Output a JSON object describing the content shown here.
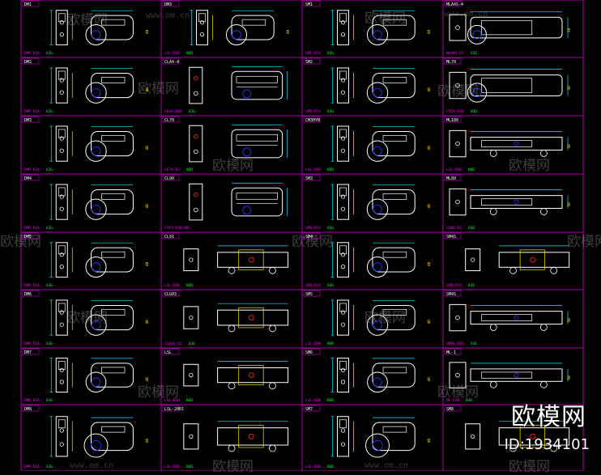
{
  "colors": {
    "frame": "#b000b0",
    "outline": "#ffffff",
    "dim": "#00e5ff",
    "label": "#ff00ff",
    "note": "#ffe600",
    "hole": "#2233ff",
    "accent": "#ff2222",
    "green": "#00ff44",
    "background": "#000000"
  },
  "watermark": {
    "brand": "欧模网",
    "id_text": "ID:1934101",
    "tile_text": "欧模网",
    "url_text": "www.om.cn"
  },
  "drawings": [
    {
      "top": "DM1",
      "bottom": "DMR-D1A",
      "note": "63G",
      "kind": "wheel"
    },
    {
      "top": "DM3",
      "bottom": "LSL-D3B",
      "note": "N3D",
      "kind": "wheel"
    },
    {
      "top": "SM1",
      "bottom": "SMI-D1A",
      "note": "63G",
      "kind": "wheel"
    },
    {
      "top": "MLA4S-4",
      "bottom": "MLA4S-D3",
      "note": "63E",
      "kind": "wide"
    },
    {
      "top": "DM2",
      "bottom": "DMR-D1A",
      "note": "63G",
      "kind": "wheel"
    },
    {
      "top": "CLA4-4",
      "bottom": "CLA4-D1A",
      "note": "63G",
      "kind": "box"
    },
    {
      "top": "SM2",
      "bottom": "SM3-D1A",
      "note": "63G",
      "kind": "wheel"
    },
    {
      "top": "ML70",
      "bottom": "FXZY-D3B",
      "note": "N3D",
      "kind": "wide"
    },
    {
      "top": "DM3",
      "bottom": "DMR-D1A",
      "note": "63G",
      "kind": "wheel"
    },
    {
      "top": "CL70",
      "bottom": "CL70-D3",
      "note": "N3D",
      "kind": "box"
    },
    {
      "top": "CM3HYB",
      "bottom": "LSL-D3B",
      "note": "N3D",
      "kind": "wheel"
    },
    {
      "top": "ML100",
      "bottom": "LSL-D3B",
      "note": "N3D",
      "kind": "long"
    },
    {
      "top": "DM4",
      "bottom": "DMR-D1A",
      "note": "63G",
      "kind": "wheel"
    },
    {
      "top": "CL90",
      "bottom": "FXZY-D3B/DB",
      "note": "",
      "kind": "box"
    },
    {
      "top": "SM3",
      "bottom": "SM3-D1A",
      "note": "63G",
      "kind": "wheel"
    },
    {
      "top": "ML80",
      "bottom": "CLD3-D2",
      "note": "63E",
      "kind": "long"
    },
    {
      "top": "DM5",
      "bottom": "DMR-D1A",
      "note": "63G",
      "kind": "wheel"
    },
    {
      "top": "CL91",
      "bottom": "LSL-D3B",
      "note": "N3D",
      "kind": "flat"
    },
    {
      "top": "SM4",
      "bottom": "SM3-D1A",
      "note": "63G",
      "kind": "wheel"
    },
    {
      "top": "SM4S",
      "bottom": "SM4-D1A",
      "note": "63E",
      "kind": "flat"
    },
    {
      "top": "DM6",
      "bottom": "DMR-D1A",
      "note": "63G",
      "kind": "wheel"
    },
    {
      "top": "CLG03",
      "bottom": "CLG03-D2",
      "note": "63E",
      "kind": "flat"
    },
    {
      "top": "SM5",
      "bottom": "LSL-D3B",
      "note": "N3D",
      "kind": "wheel"
    },
    {
      "top": "SM4S",
      "bottom": "SM4S-D1A",
      "note": "63E",
      "kind": "long"
    },
    {
      "top": "DM7",
      "bottom": "DMR-D1A",
      "note": "63G",
      "kind": "wheel"
    },
    {
      "top": "LSL",
      "bottom": "LSL-D3B",
      "note": "N3D",
      "kind": "flat"
    },
    {
      "top": "SM6",
      "bottom": "LSL-D3B",
      "note": "N3D",
      "kind": "wheel"
    },
    {
      "top": "ML-1",
      "bottom": "ML-D3B",
      "note": "N3D",
      "kind": "long"
    },
    {
      "top": "DM8",
      "bottom": "DMR-D1A",
      "note": "63G",
      "kind": "wheel"
    },
    {
      "top": "LSL-2001",
      "bottom": "LSL-D3B",
      "note": "N3D",
      "kind": "flat"
    },
    {
      "top": "SM7",
      "bottom": "LSL-D3B",
      "note": "N3D",
      "kind": "wheel"
    },
    {
      "top": "SM8",
      "bottom": "",
      "note": "",
      "kind": "flat"
    }
  ]
}
